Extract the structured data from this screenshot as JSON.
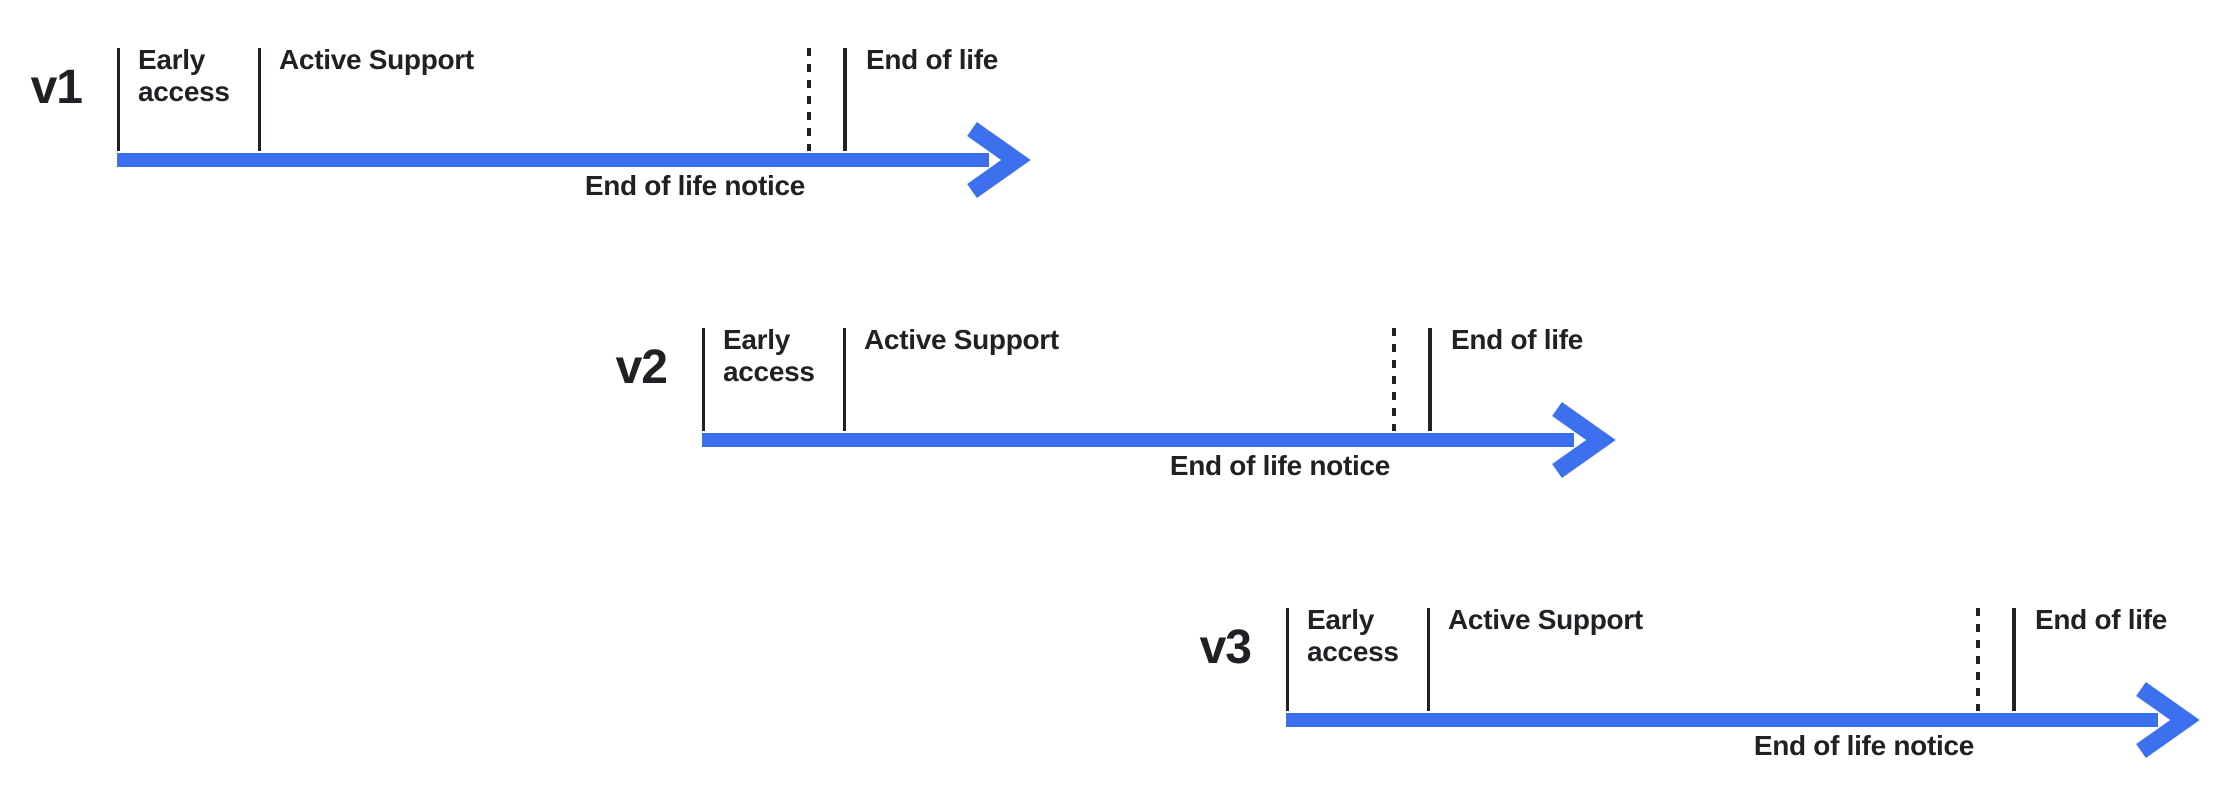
{
  "diagram": {
    "type": "version-lifecycle-timeline",
    "accent_color": "#3D70EE",
    "ink_color": "#1F2125",
    "timelines": [
      {
        "version": "v1",
        "phases": {
          "early_access": "Early access",
          "active_support": "Active Support",
          "end_of_life": "End of life",
          "end_of_life_notice": "End of life notice"
        }
      },
      {
        "version": "v2",
        "phases": {
          "early_access": "Early access",
          "active_support": "Active Support",
          "end_of_life": "End of life",
          "end_of_life_notice": "End of life notice"
        }
      },
      {
        "version": "v3",
        "phases": {
          "early_access": "Early access",
          "active_support": "Active Support",
          "end_of_life": "End of life",
          "end_of_life_notice": "End of life notice"
        }
      }
    ]
  }
}
